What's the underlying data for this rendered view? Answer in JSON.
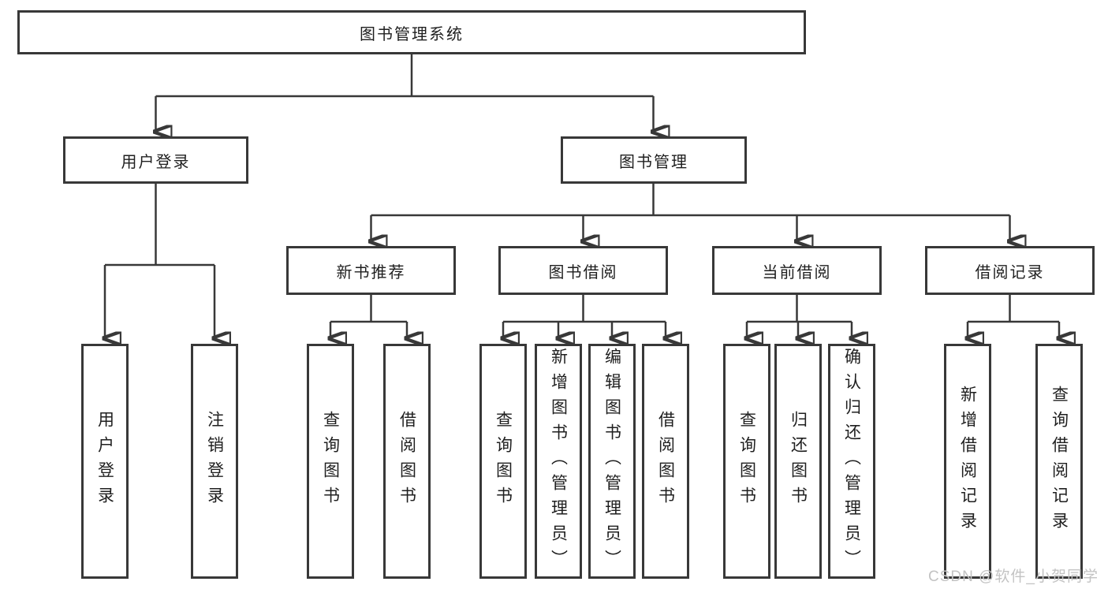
{
  "diagram": {
    "root": {
      "label": "图书管理系统"
    },
    "branches": [
      {
        "label": "用户登录",
        "children": [
          {
            "label": "用户登录"
          },
          {
            "label": "注销登录"
          }
        ]
      },
      {
        "label": "图书管理",
        "groups": [
          {
            "label": "新书推荐",
            "children": [
              {
                "label": "查询图书"
              },
              {
                "label": "借阅图书"
              }
            ]
          },
          {
            "label": "图书借阅",
            "children": [
              {
                "label": "查询图书"
              },
              {
                "label": "新增图书（管理员）"
              },
              {
                "label": "编辑图书（管理员）"
              },
              {
                "label": "借阅图书"
              }
            ]
          },
          {
            "label": "当前借阅",
            "children": [
              {
                "label": "查询图书"
              },
              {
                "label": "归还图书"
              },
              {
                "label": "确认归还（管理员）"
              }
            ]
          },
          {
            "label": "借阅记录",
            "children": [
              {
                "label": "新增借阅记录"
              },
              {
                "label": "查询借阅记录"
              }
            ]
          }
        ]
      }
    ]
  },
  "watermark": {
    "text": "CSDN @软件_小贺同学"
  },
  "colors": {
    "line": "#383838",
    "text": "#1f1f1f",
    "background": "#ffffff",
    "watermark": "#c3c3c3"
  }
}
